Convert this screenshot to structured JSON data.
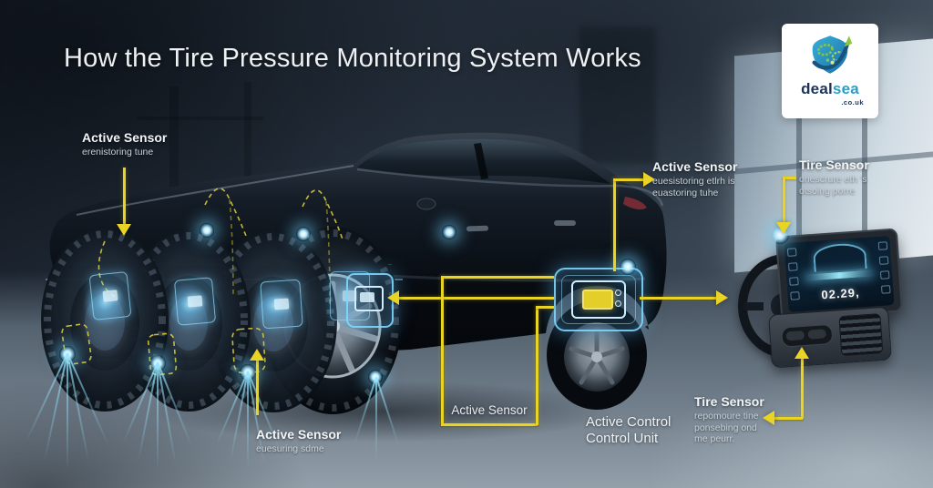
{
  "title": "How the Tire Pressure Monitoring System Works",
  "logo": {
    "word_deal": "deal",
    "word_sea": "sea",
    "domain": ".co.uk"
  },
  "labels": {
    "front_top": {
      "heading": "Active Sensor",
      "sub": "erenistoring tune"
    },
    "mid": {
      "heading": "Active Sensor",
      "sub1": "euesistoring etlrh is",
      "sub2": "euastoring tuhe"
    },
    "dash_top": {
      "heading": "Tire Sensor",
      "sub1": "onescrure eth 's",
      "sub2": "otsoing porre"
    },
    "boxed": {
      "heading": "Active Sensor"
    },
    "control_unit": {
      "line1": "Active Control",
      "line2": "Control Unit"
    },
    "dash_bottom": {
      "heading": "Tire Sensor",
      "sub1": "repomoure tine",
      "sub2": "ponsebing ond",
      "sub3": "me peurr."
    },
    "rear_bottom": {
      "heading": "Active Sensor",
      "sub": "euesuring sdme"
    }
  },
  "dashboard_display": {
    "reading": "02.29,"
  },
  "colors": {
    "accent_yellow": "#e9d426",
    "glow_cyan": "#6fd8ff"
  }
}
